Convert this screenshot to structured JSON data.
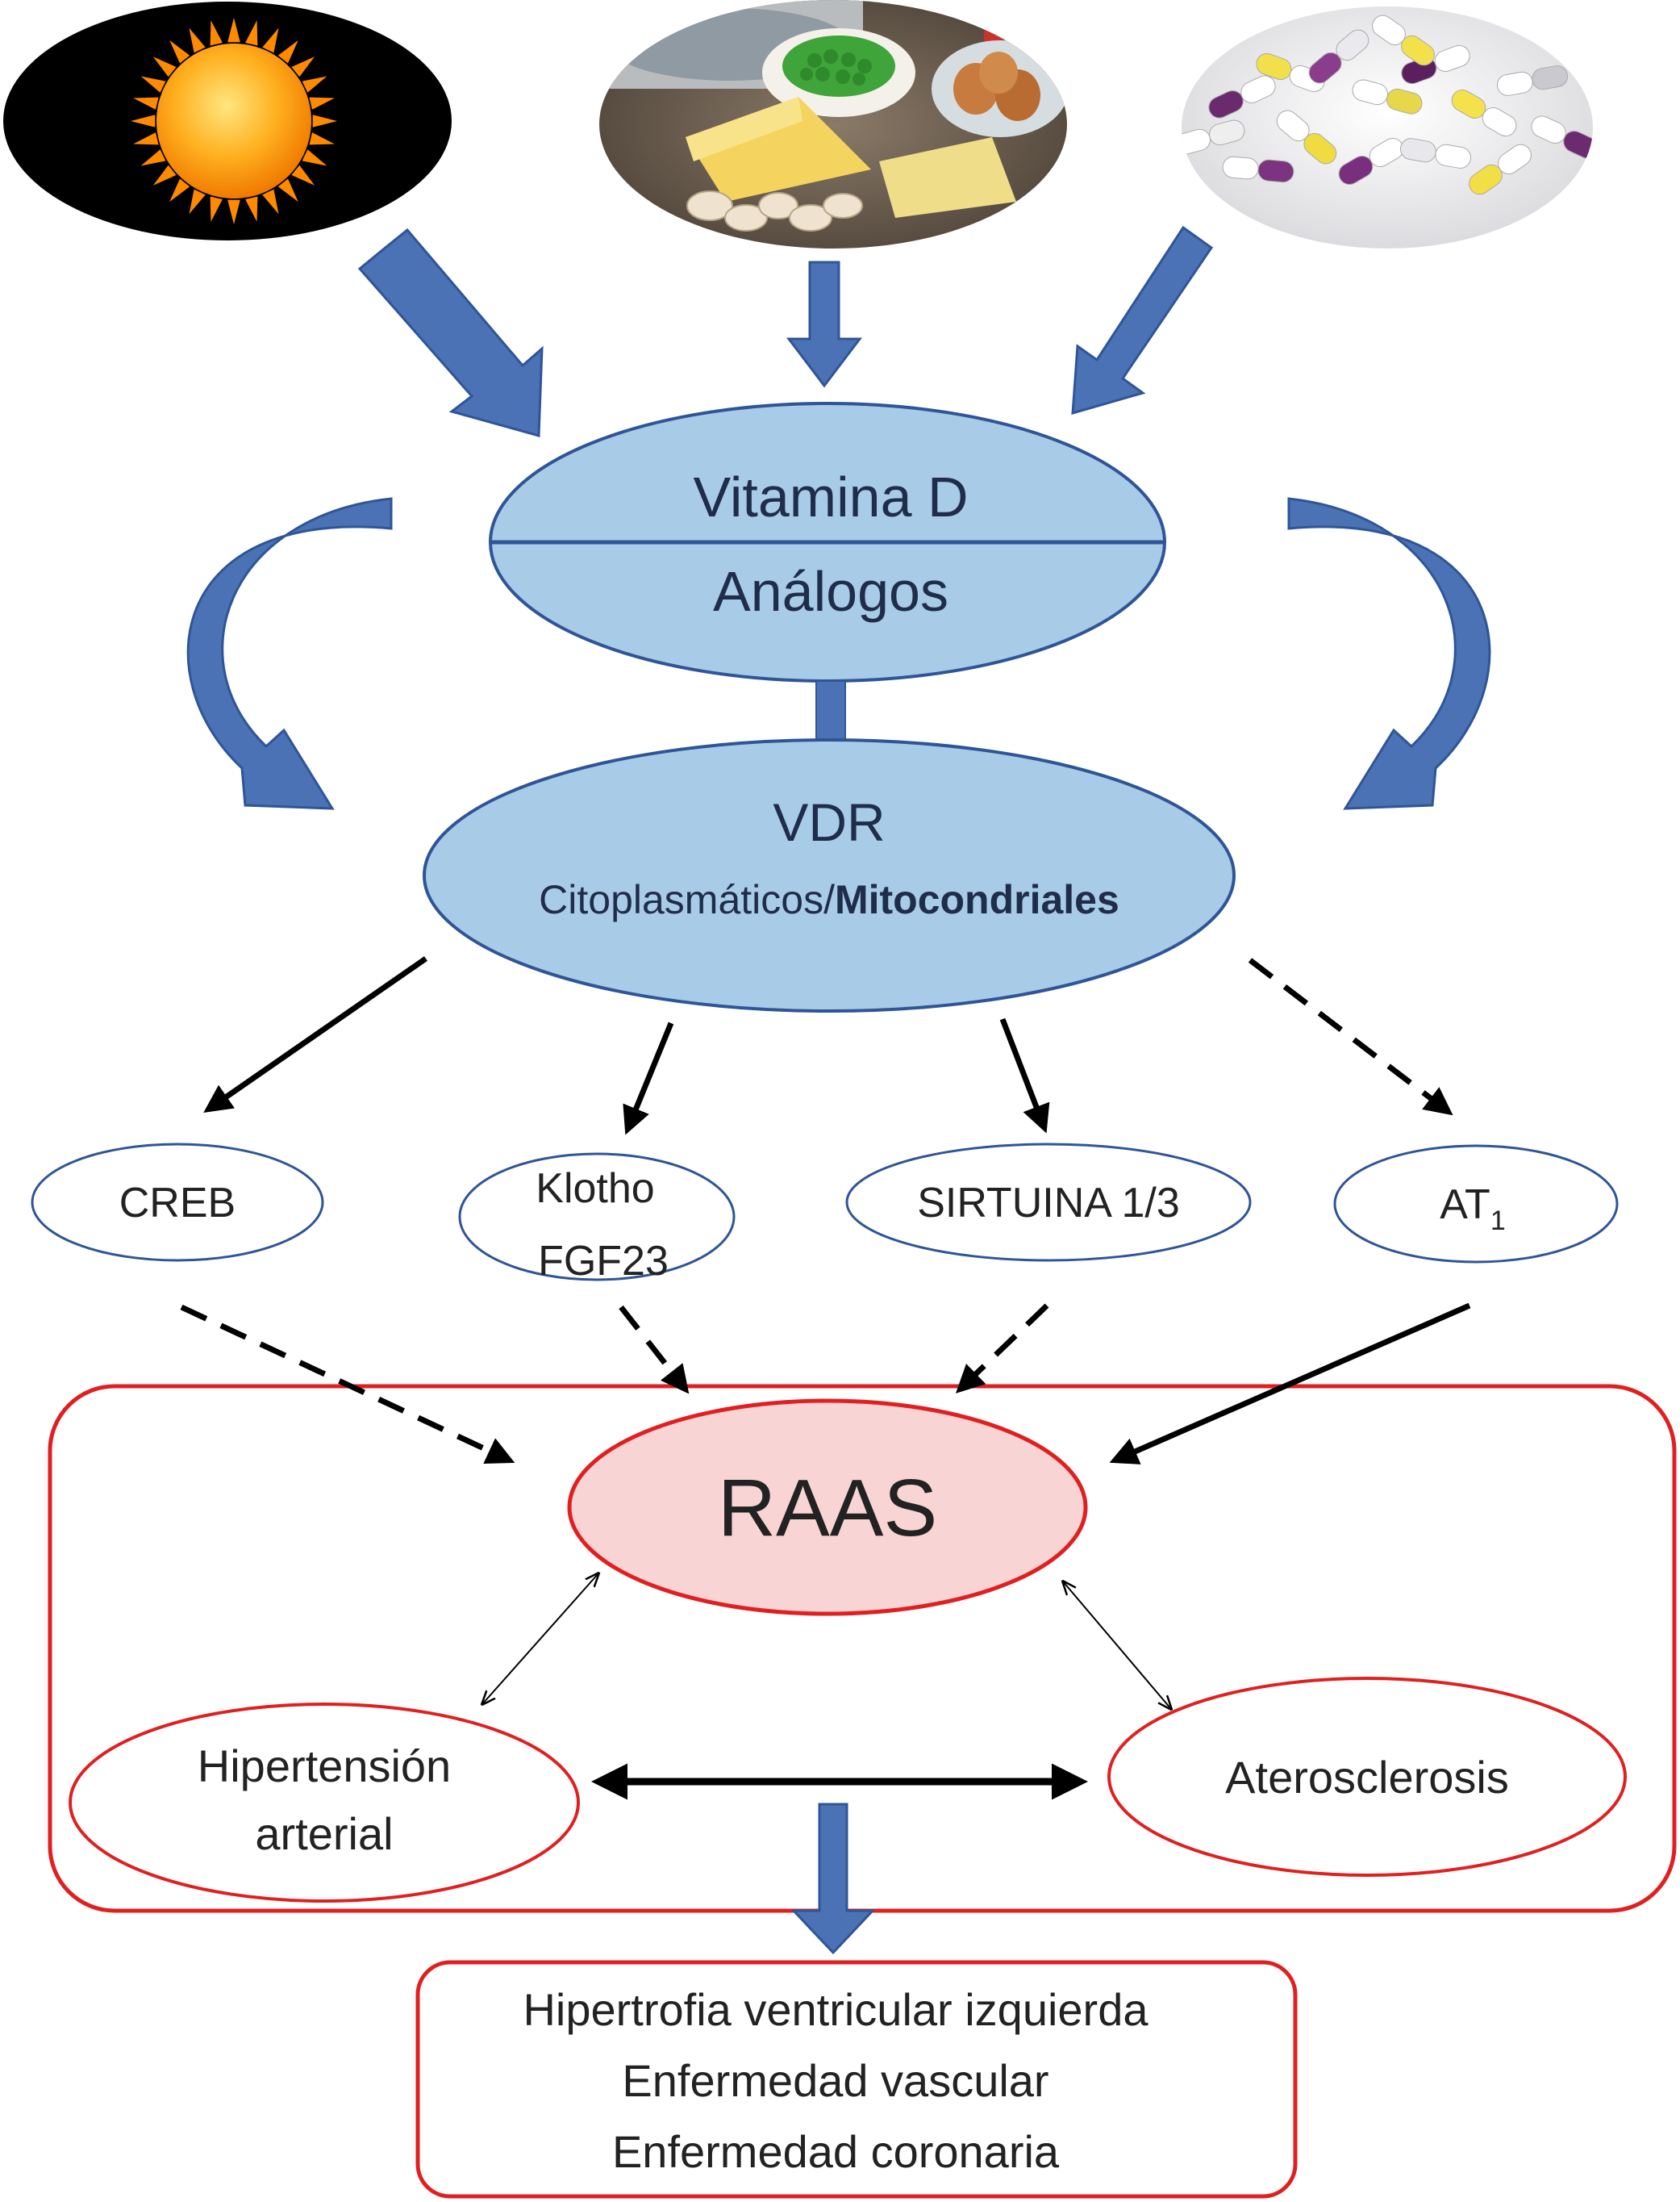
{
  "colors": {
    "arrow_blue": "#4a72b5",
    "arrow_blue_edge": "#2f5597",
    "ellipse_fill": "#a8cbe8",
    "ellipse_stroke": "#2f5597",
    "raas_fill": "#f9d4d4",
    "red_stroke": "#e02020",
    "black": "#000000"
  },
  "sources": {
    "sun": {
      "icon": "sun-icon"
    },
    "food": {
      "icon": "food-icon"
    },
    "pills": {
      "icon": "pills-icon"
    }
  },
  "vitamin": {
    "line1": "Vitamina D",
    "line2": "Análogos"
  },
  "vdr": {
    "title": "VDR",
    "sub_regular": "Citoplasmáticos/",
    "sub_bold": "Mitocondriales"
  },
  "targets": {
    "creb": "CREB",
    "klotho_line1": "Klotho",
    "klotho_line2": "FGF23",
    "sirtuina": "SIRTUINA 1/3",
    "at1_main": "AT",
    "at1_sub": "1"
  },
  "raas": {
    "label": "RAAS"
  },
  "conditions": {
    "hipertension_line1": "Hipertensión",
    "hipertension_line2": "arterial",
    "aterosclerosis": "Aterosclerosis"
  },
  "outcomes": {
    "line1": "Hipertrofia ventricular izquierda",
    "line2": "Enfermedad vascular",
    "line3": "Enfermedad coronaria"
  }
}
